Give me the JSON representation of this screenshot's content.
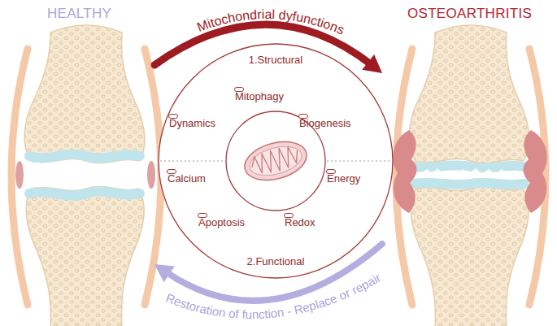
{
  "diagram": {
    "nodes": [
      {
        "text": [
          "HEALTHY"
        ]
      },
      {
        "text": [
          "1.Structural",
          "2.Functional"
        ]
      },
      {
        "text": [
          "Mitophagy"
        ],
        "in": 1
      },
      {
        "text": [
          "Dynamics"
        ],
        "in": 1
      },
      {
        "text": [
          "Biogenesis"
        ],
        "in": 1
      },
      {
        "text": [
          "Calcium"
        ],
        "in": 1
      },
      {
        "text": [
          "Energy"
        ],
        "in": 1
      },
      {
        "text": [
          "Apoptosis"
        ],
        "in": 1
      },
      {
        "text": [
          "Redox"
        ],
        "in": 1
      },
      {
        "text": [
          "OSTEOARTHRITIS"
        ]
      }
    ],
    "edges": [
      {
        "from": 0,
        "to": 9,
        "arrow": "to",
        "label": "Mitochondrial dyfunctions"
      },
      {
        "from": 9,
        "to": 0,
        "arrow": "to",
        "label": "Restoration of function - Replace or repair"
      }
    ]
  }
}
